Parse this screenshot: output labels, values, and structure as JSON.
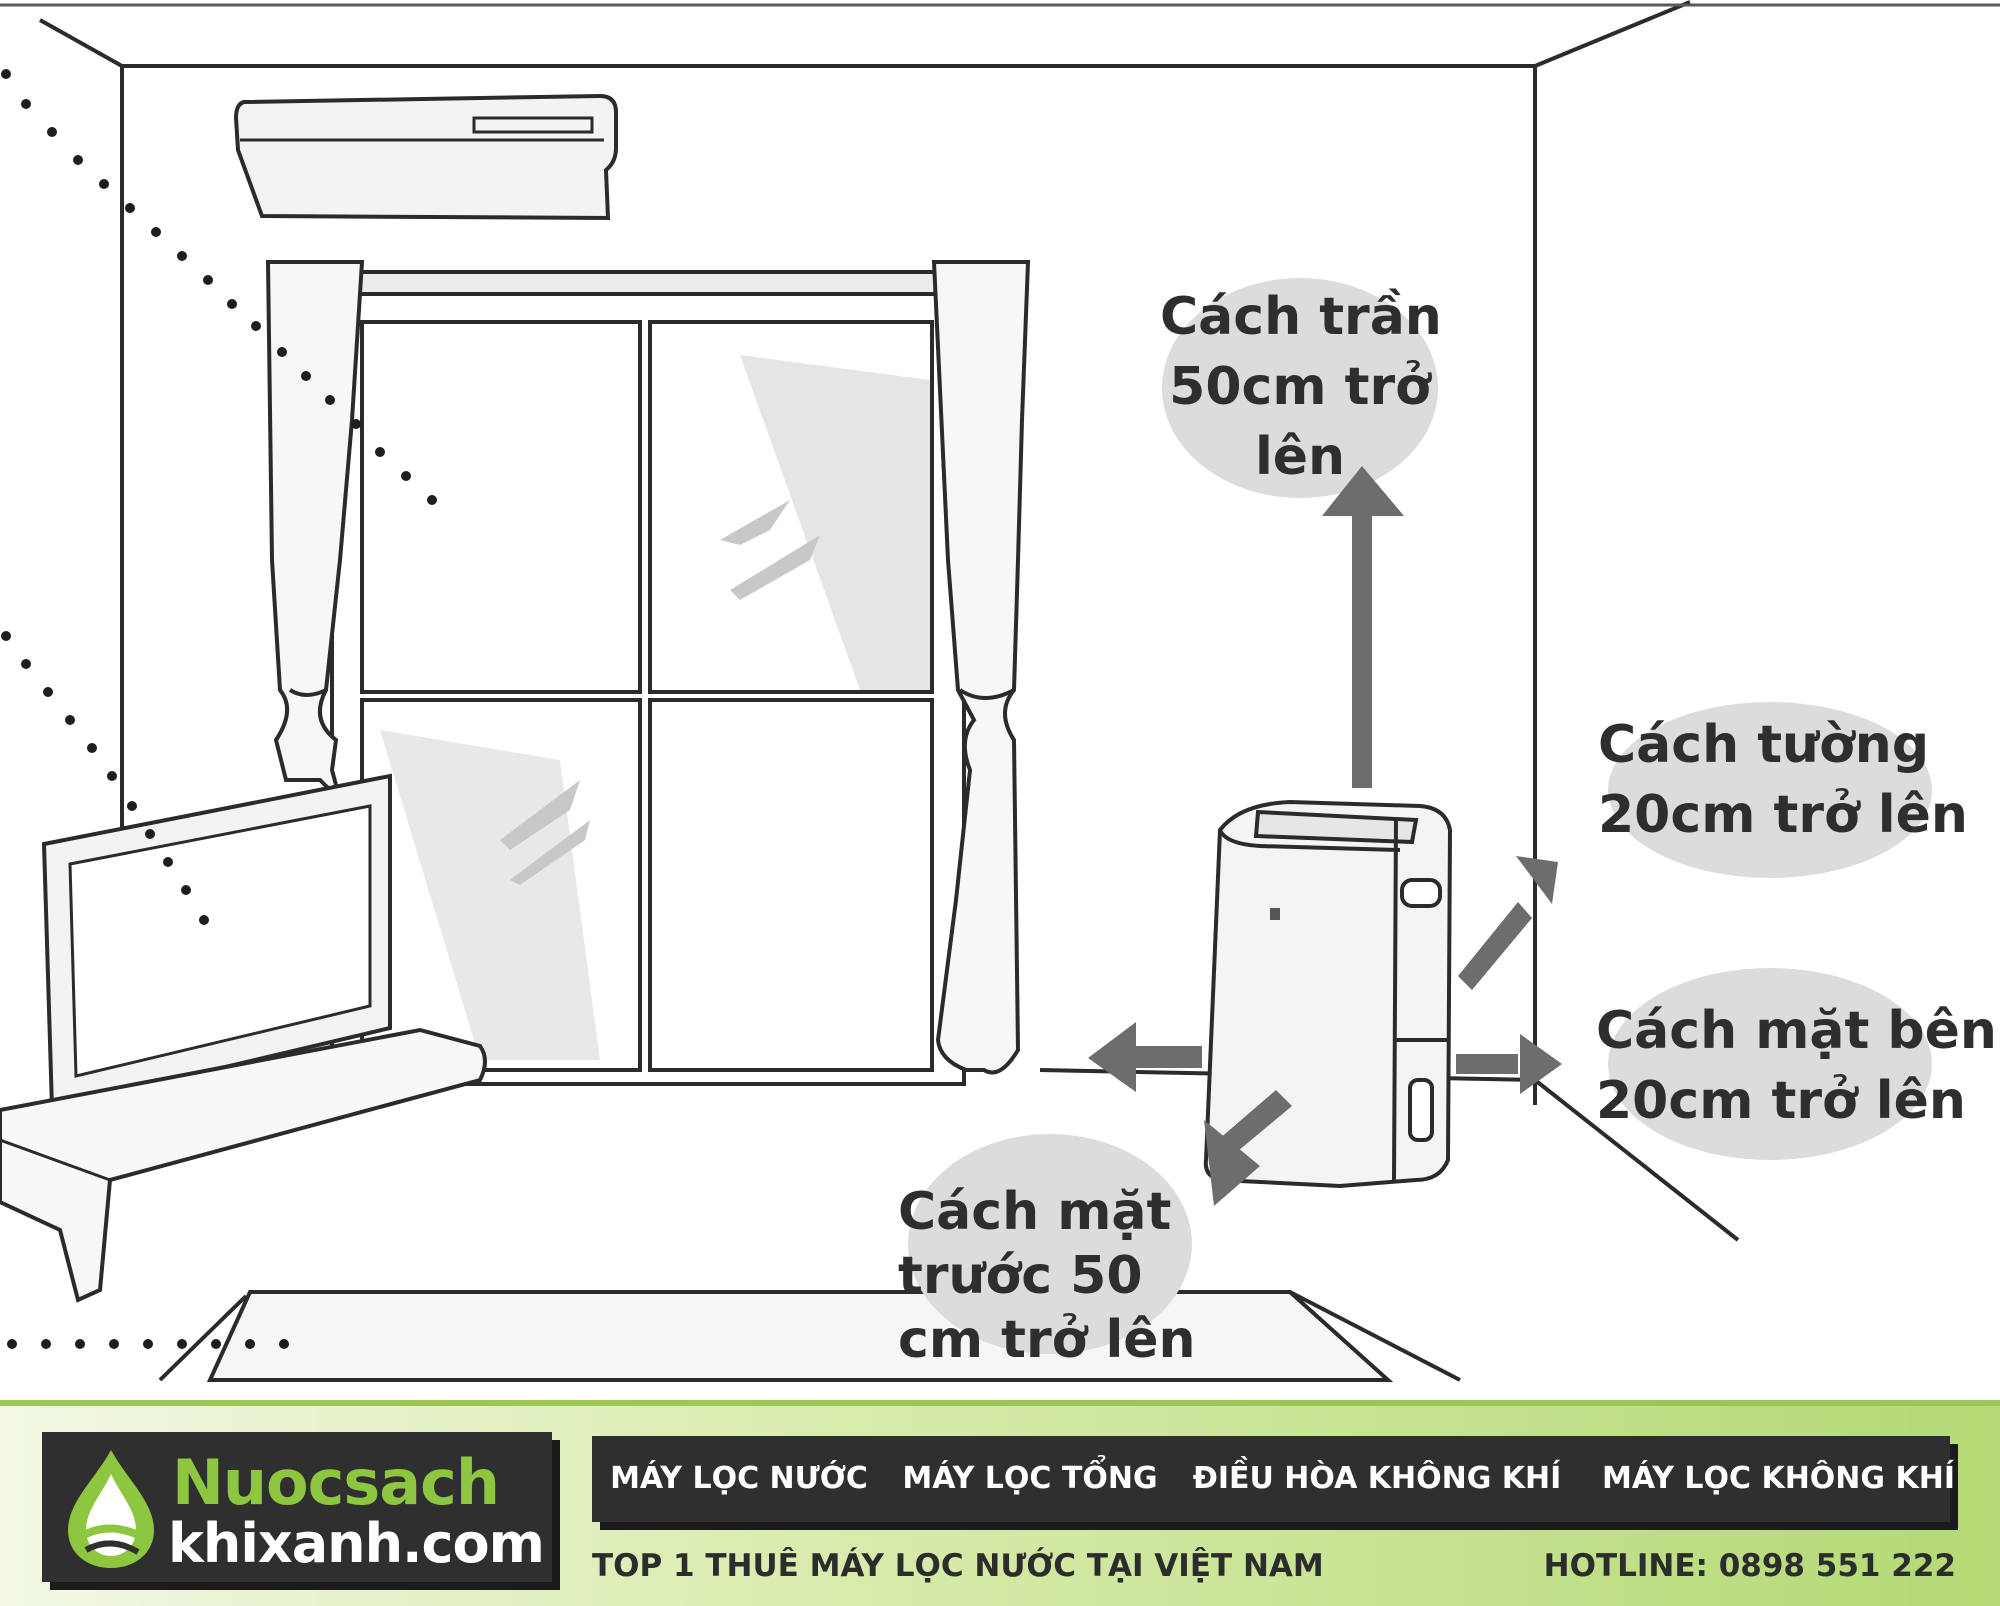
{
  "diagram": {
    "labels": {
      "ceiling": [
        "Cách trần",
        "50cm trở",
        "lên"
      ],
      "wall": [
        "Cách tường",
        "20cm trở lên"
      ],
      "side": [
        "Cách mặt bên",
        "20cm trở lên"
      ],
      "front": [
        "Cách mặt",
        "trước 50",
        "cm trở lên"
      ]
    }
  },
  "footer": {
    "logo": {
      "line1": "Nuocsach",
      "line2": "khixanh.com"
    },
    "nav": [
      "MÁY LỌC NƯỚC",
      "MÁY LỌC TỔNG",
      "ĐIỀU HÒA KHÔNG KHÍ",
      "MÁY LỌC KHÔNG KHÍ"
    ],
    "tagline": "TOP 1 THUÊ MÁY LỌC NƯỚC TẠI VIỆT NAM",
    "hotline": "HOTLINE: 0898 551 222"
  },
  "colors": {
    "brand_green": "#8dc63f",
    "dark_panel": "#2f2f2f",
    "label_bubble": "#dcdcdc",
    "arrow_gray": "#6d6d6d"
  }
}
